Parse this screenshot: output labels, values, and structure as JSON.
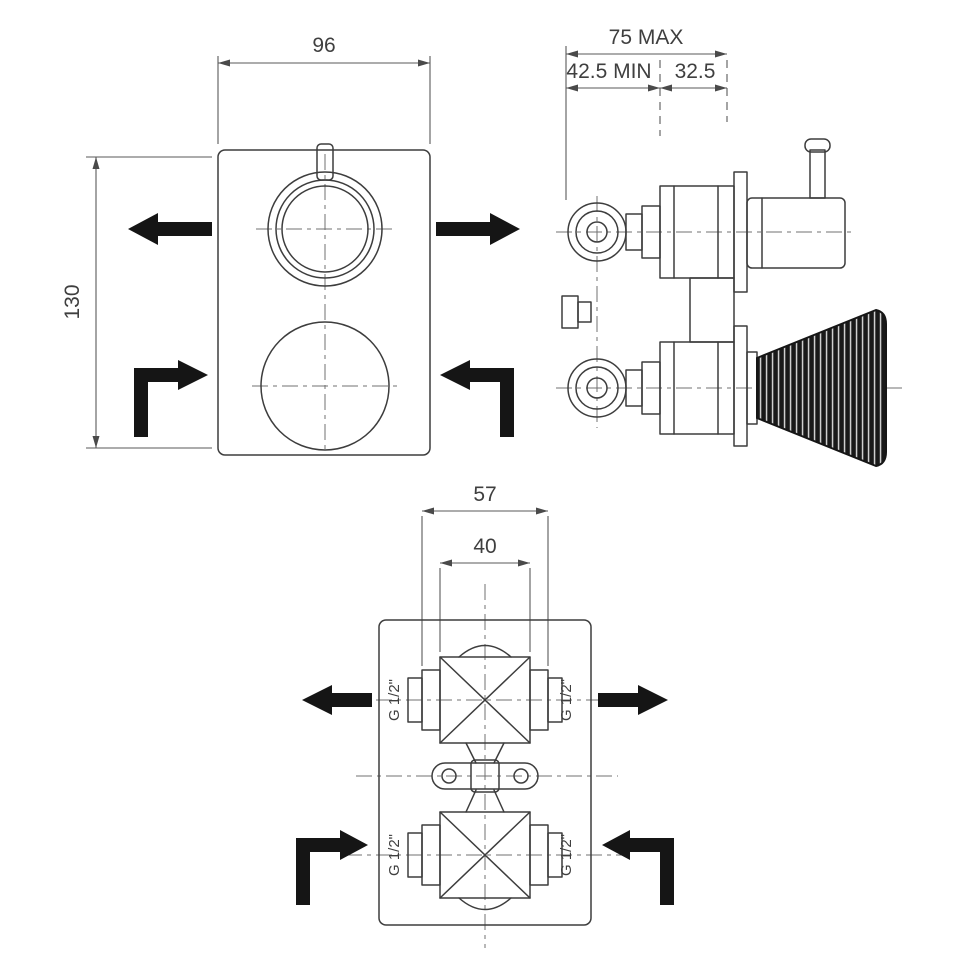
{
  "drawing": {
    "colors": {
      "line": "#3d3d3d",
      "dimension": "#5a5a5a",
      "flow_arrow": "#151515",
      "background": "#ffffff"
    }
  },
  "views": {
    "front": {
      "width": "96",
      "height": "130"
    },
    "side": {
      "depth_max": "75 MAX",
      "depth_min": "42.5 MIN",
      "depth_offset": "32.5"
    },
    "plan": {
      "spacing_outer": "57",
      "spacing_inner": "40",
      "ports": [
        "G 1/2\"",
        "G 1/2\"",
        "G 1/2\"",
        "G 1/2\""
      ]
    }
  }
}
